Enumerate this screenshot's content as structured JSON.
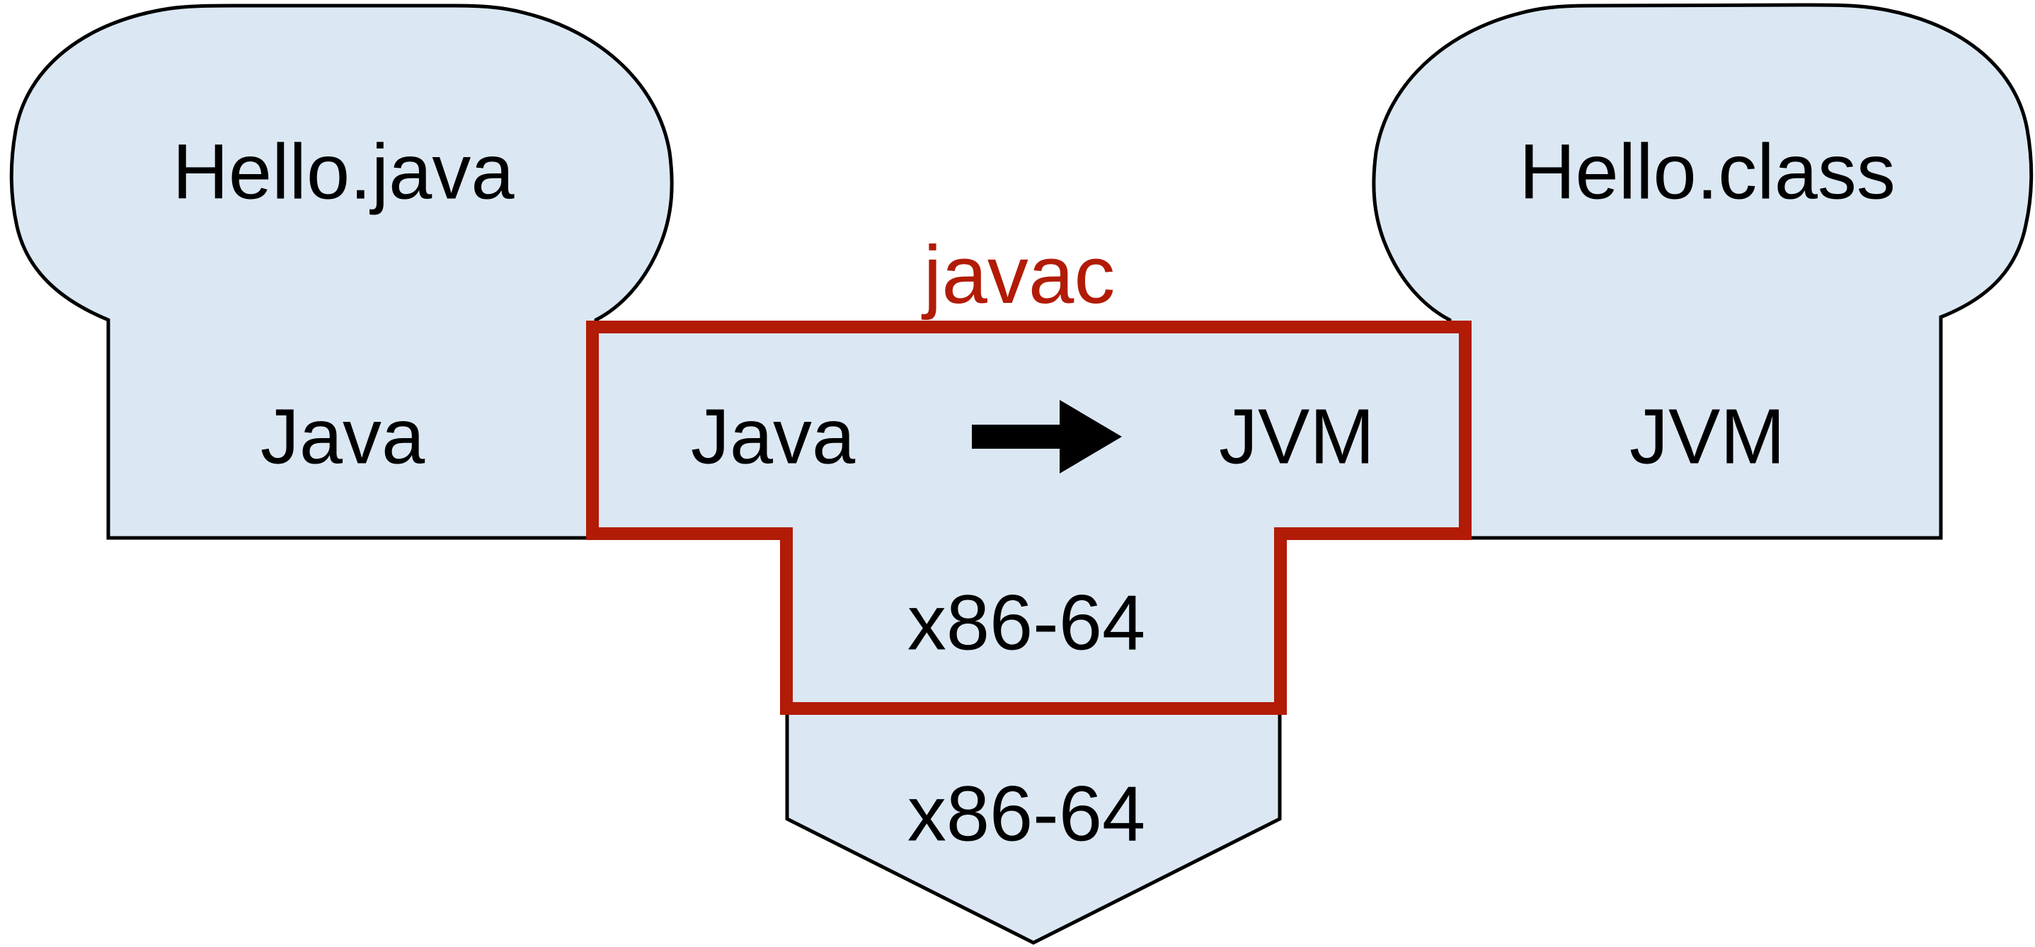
{
  "diagram": {
    "type": "compiler-t-diagram",
    "labels": {
      "source_program_name": "Hello.java",
      "source_program_language": "Java",
      "compiler_name": "javac",
      "compiler_source_language": "Java",
      "compiler_target_language": "JVM",
      "compiler_implementation_language": "x86-64",
      "machine_architecture": "x86-64",
      "target_program_name": "Hello.class",
      "target_program_language": "JVM"
    },
    "icons": {
      "arrow": "right-arrow"
    },
    "colors": {
      "shape_fill": "#dbe8f4",
      "outline": "#000000",
      "accent_red": "#b21b06",
      "background": "#ffffff"
    }
  }
}
